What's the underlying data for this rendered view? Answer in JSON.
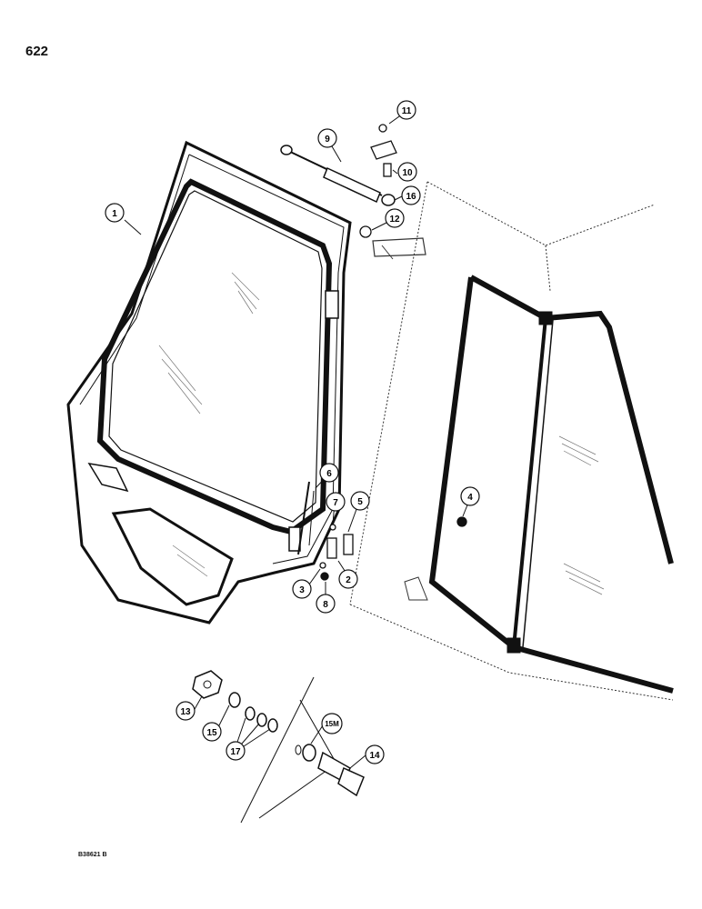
{
  "page_number": "622",
  "drawing_code": "B38621 B",
  "callouts": [
    "1",
    "2",
    "3",
    "4",
    "5",
    "6",
    "7",
    "8",
    "9",
    "10",
    "11",
    "12",
    "13",
    "14",
    "15",
    "15M",
    "16",
    "17"
  ]
}
